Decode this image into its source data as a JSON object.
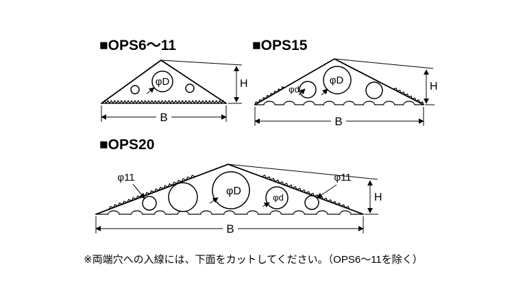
{
  "diagrams": {
    "ops6_11": {
      "title": "■OPS6～11",
      "labels": {
        "hole_d": "φD",
        "height": "H",
        "width": "B"
      }
    },
    "ops15": {
      "title": "■OPS15",
      "labels": {
        "hole_small": "φd",
        "hole_d": "φD",
        "height": "H",
        "width": "B"
      }
    },
    "ops20": {
      "title": "■OPS20",
      "labels": {
        "hole_left": "φ11",
        "hole_d": "φD",
        "hole_small": "φd",
        "hole_right": "φ11",
        "height": "H",
        "width": "B"
      }
    }
  },
  "note": "※両端穴への入線には、下面をカットしてください。（OPS6～11を除く）",
  "colors": {
    "line": "#000000",
    "background": "#ffffff"
  }
}
